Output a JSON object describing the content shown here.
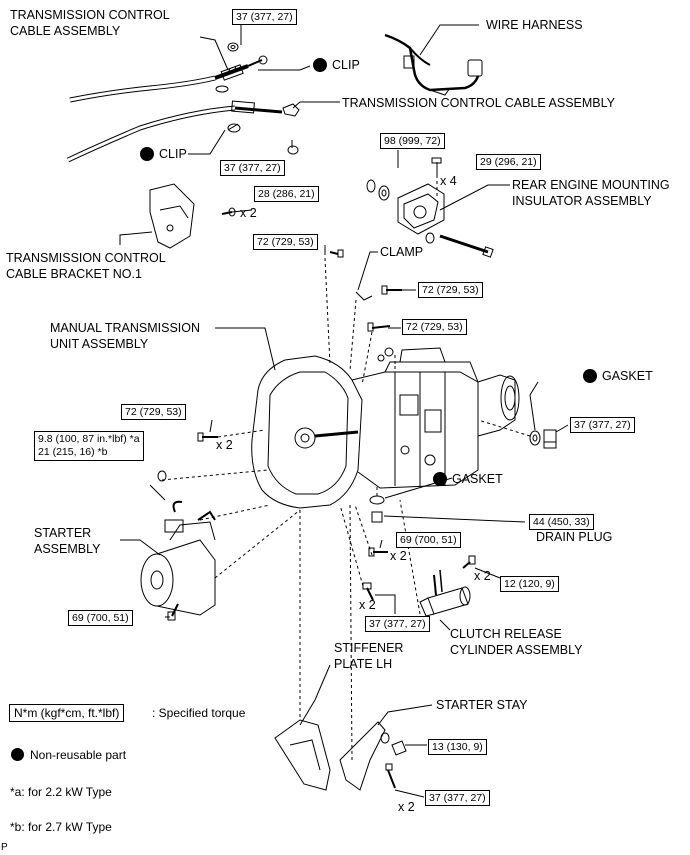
{
  "labels": {
    "tcca_top": [
      "TRANSMISSION CONTROL",
      "CABLE ASSEMBLY"
    ],
    "wire_harness": "WIRE HARNESS",
    "clip_1": "CLIP",
    "tcca_mid": "TRANSMISSION CONTROL CABLE ASSEMBLY",
    "clip_2": "CLIP",
    "rear_mount": [
      "REAR ENGINE MOUNTING",
      "INSULATOR ASSEMBLY"
    ],
    "cable_bracket": [
      "TRANSMISSION CONTROL",
      "CABLE BRACKET NO.1"
    ],
    "clamp": "CLAMP",
    "mtu": [
      "MANUAL TRANSMISSION",
      "UNIT ASSEMBLY"
    ],
    "gasket_1": "GASKET",
    "gasket_2": "GASKET",
    "drain_plug": "DRAIN PLUG",
    "starter": [
      "STARTER",
      "ASSEMBLY"
    ],
    "clutch_release": [
      "CLUTCH RELEASE",
      "CYLINDER ASSEMBLY"
    ],
    "stiffener": [
      "STIFFENER",
      "PLATE LH"
    ],
    "starter_stay": "STARTER STAY"
  },
  "torques": {
    "t1": "37 (377, 27)",
    "t2": "37 (377, 27)",
    "t3": "98 (999, 72)",
    "t4": "29 (296, 21)",
    "t5": "28 (286, 21)",
    "t6": "72 (729, 53)",
    "t7": "72 (729, 53)",
    "t8": "72 (729, 53)",
    "t9": "72 (729, 53)",
    "t10_line1": "9.8 (100, 87 in.*lbf) *a",
    "t10_line2": "21 (215, 16) *b",
    "t11": "37 (377, 27)",
    "t12": "44 (450, 33)",
    "t13": "69 (700, 51)",
    "t14": "12 (120, 9)",
    "t15": "69 (700, 51)",
    "t16": "37 (377, 27)",
    "t17": "13 (130, 9)",
    "t18": "37 (377, 27)"
  },
  "quantities": {
    "q_x4": "x 4",
    "q_bracket": "x 2",
    "q_t9": "x 2",
    "q_t13": "x 2",
    "q_t14": "x 2",
    "q_t16": "x 2",
    "q_t18": "x 2"
  },
  "legend": {
    "torque_units": "N*m (kgf*cm, ft.*lbf)",
    "torque_desc": ": Specified torque",
    "non_reusable": "Non-reusable part",
    "note_a": "*a: for 2.2 kW Type",
    "note_b": "*b: for 2.7 kW Type"
  },
  "figure_code": "P"
}
